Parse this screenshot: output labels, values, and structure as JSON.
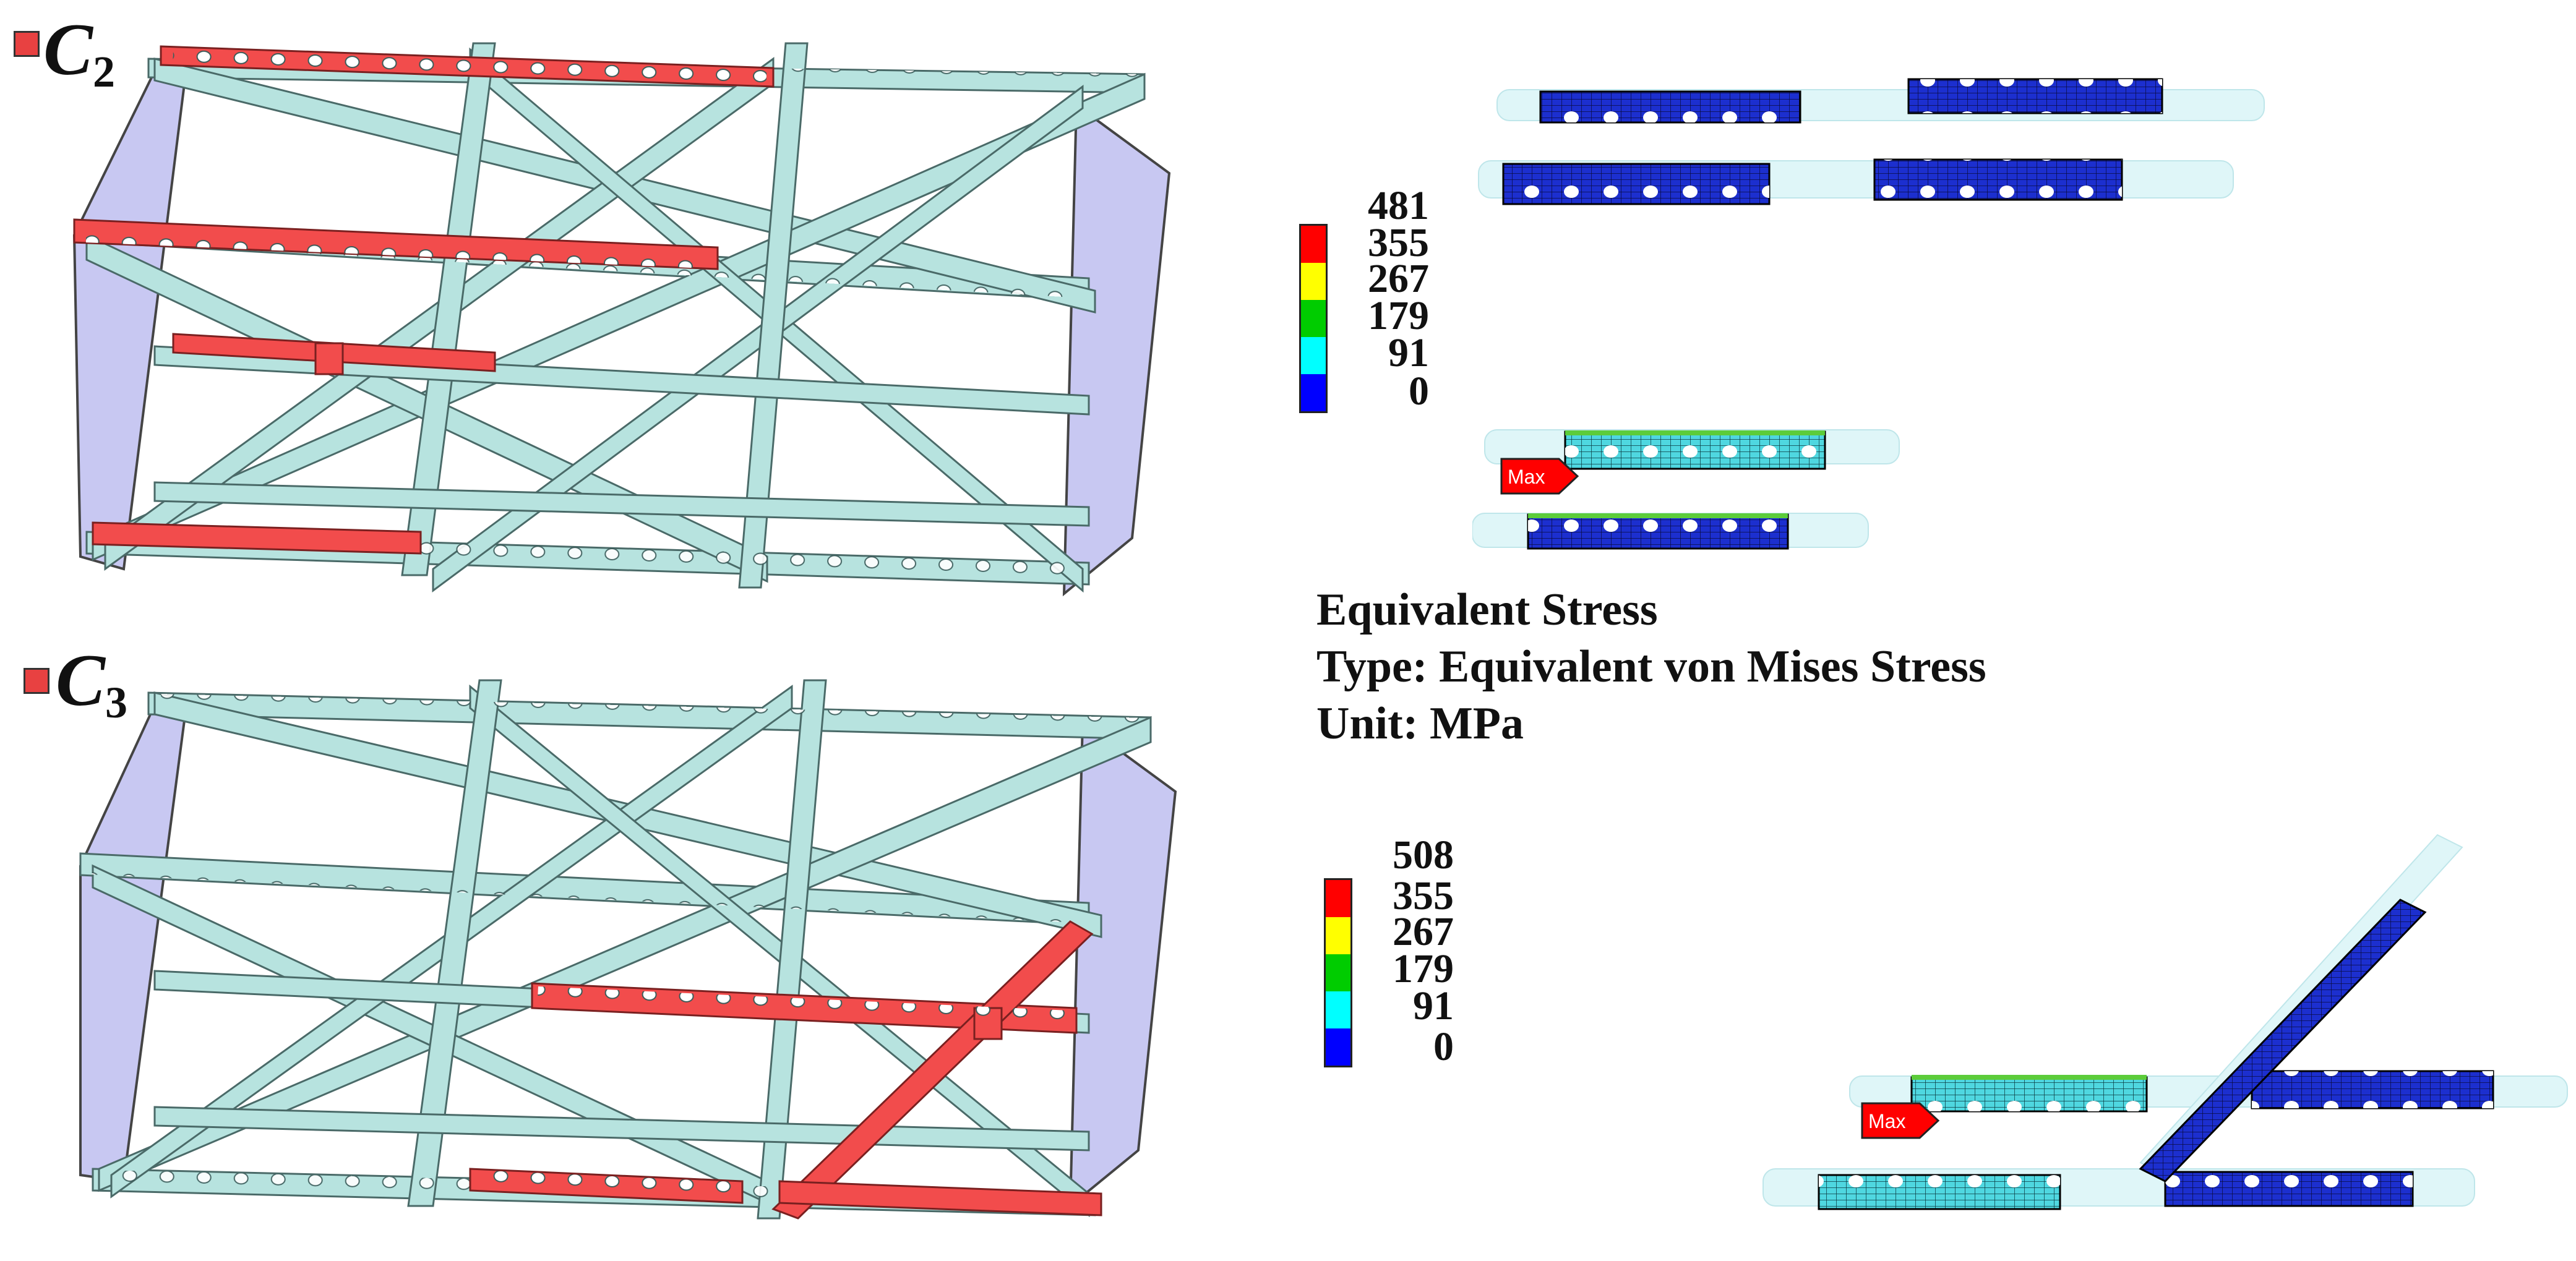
{
  "cases": [
    {
      "id": "c2",
      "letter": "C",
      "subscript": "2"
    },
    {
      "id": "c3",
      "letter": "C",
      "subscript": "3"
    }
  ],
  "legends": [
    {
      "id": "legend-c2",
      "ticks": [
        "481",
        "355",
        "267",
        "179",
        "91",
        "0"
      ]
    },
    {
      "id": "legend-c3",
      "ticks": [
        "508",
        "355",
        "267",
        "179",
        "91",
        "0"
      ]
    }
  ],
  "legend_colors": [
    "#ff0000",
    "#ffff00",
    "#00cc00",
    "#00ffff",
    "#0000ff"
  ],
  "info": {
    "title": "Equivalent Stress",
    "type": "Type: Equivalent von Mises Stress",
    "unit": "Unit: MPa"
  },
  "max_label": "Max",
  "colors": {
    "member": "#b7e3df",
    "member_stroke": "#4a6a68",
    "highlight": "#f24c4c",
    "plate": "#c8c8f2",
    "mesh_blue": "#1c2fcf",
    "mesh_cyan": "#4fd7e0",
    "mesh_green": "#5ccc3a",
    "ghost": "#dff6f8"
  }
}
